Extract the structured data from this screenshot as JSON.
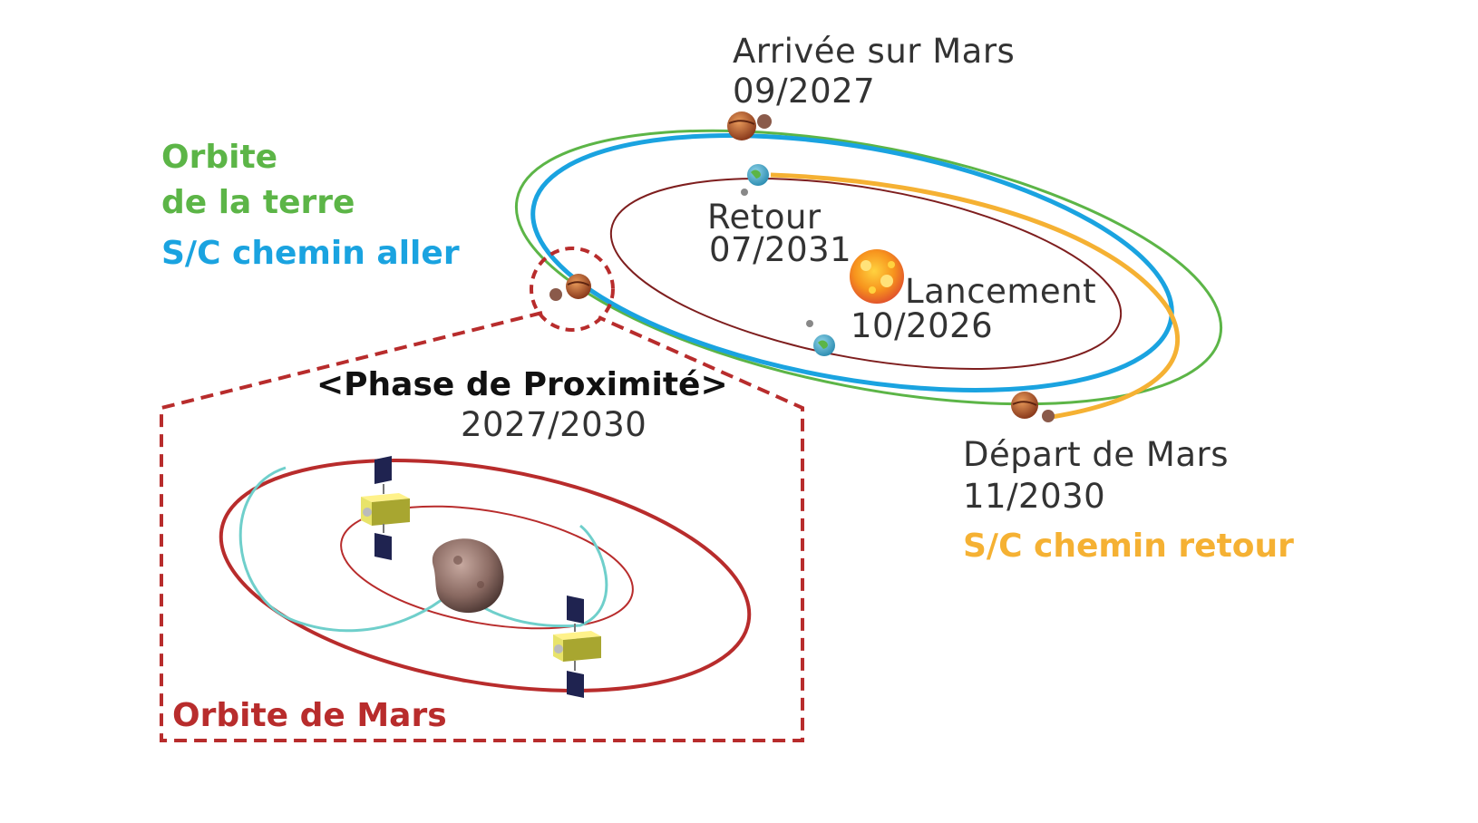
{
  "colors": {
    "earth_orbit": "#5cb547",
    "outbound": "#1aa3e0",
    "return": "#f5b133",
    "mars_orbit": "#b82c2c",
    "inner_orbit": "#7e1e1e",
    "transfer_inner": "#6fcfcb",
    "text": "#333333"
  },
  "labels": {
    "arrival_title": "Arrivée sur Mars",
    "arrival_date": "09/2027",
    "earth_orbit_line1": "Orbite",
    "earth_orbit_line2": "de la terre",
    "outbound_path": "S/C chemin aller",
    "return_title": "Retour",
    "return_date": "07/2031",
    "launch_title": "Lancement",
    "launch_date": "10/2026",
    "proximity_title": "<Phase de Proximité>",
    "proximity_dates": "2027/2030",
    "departure_title": "Départ de Mars",
    "departure_date": "11/2030",
    "return_path": "S/C chemin retour",
    "mars_orbit": "Orbite de Mars"
  },
  "icons": [
    "sun-icon",
    "earth-icon",
    "mars-icon",
    "moon-icon",
    "phobos-icon",
    "spacecraft-icon"
  ]
}
